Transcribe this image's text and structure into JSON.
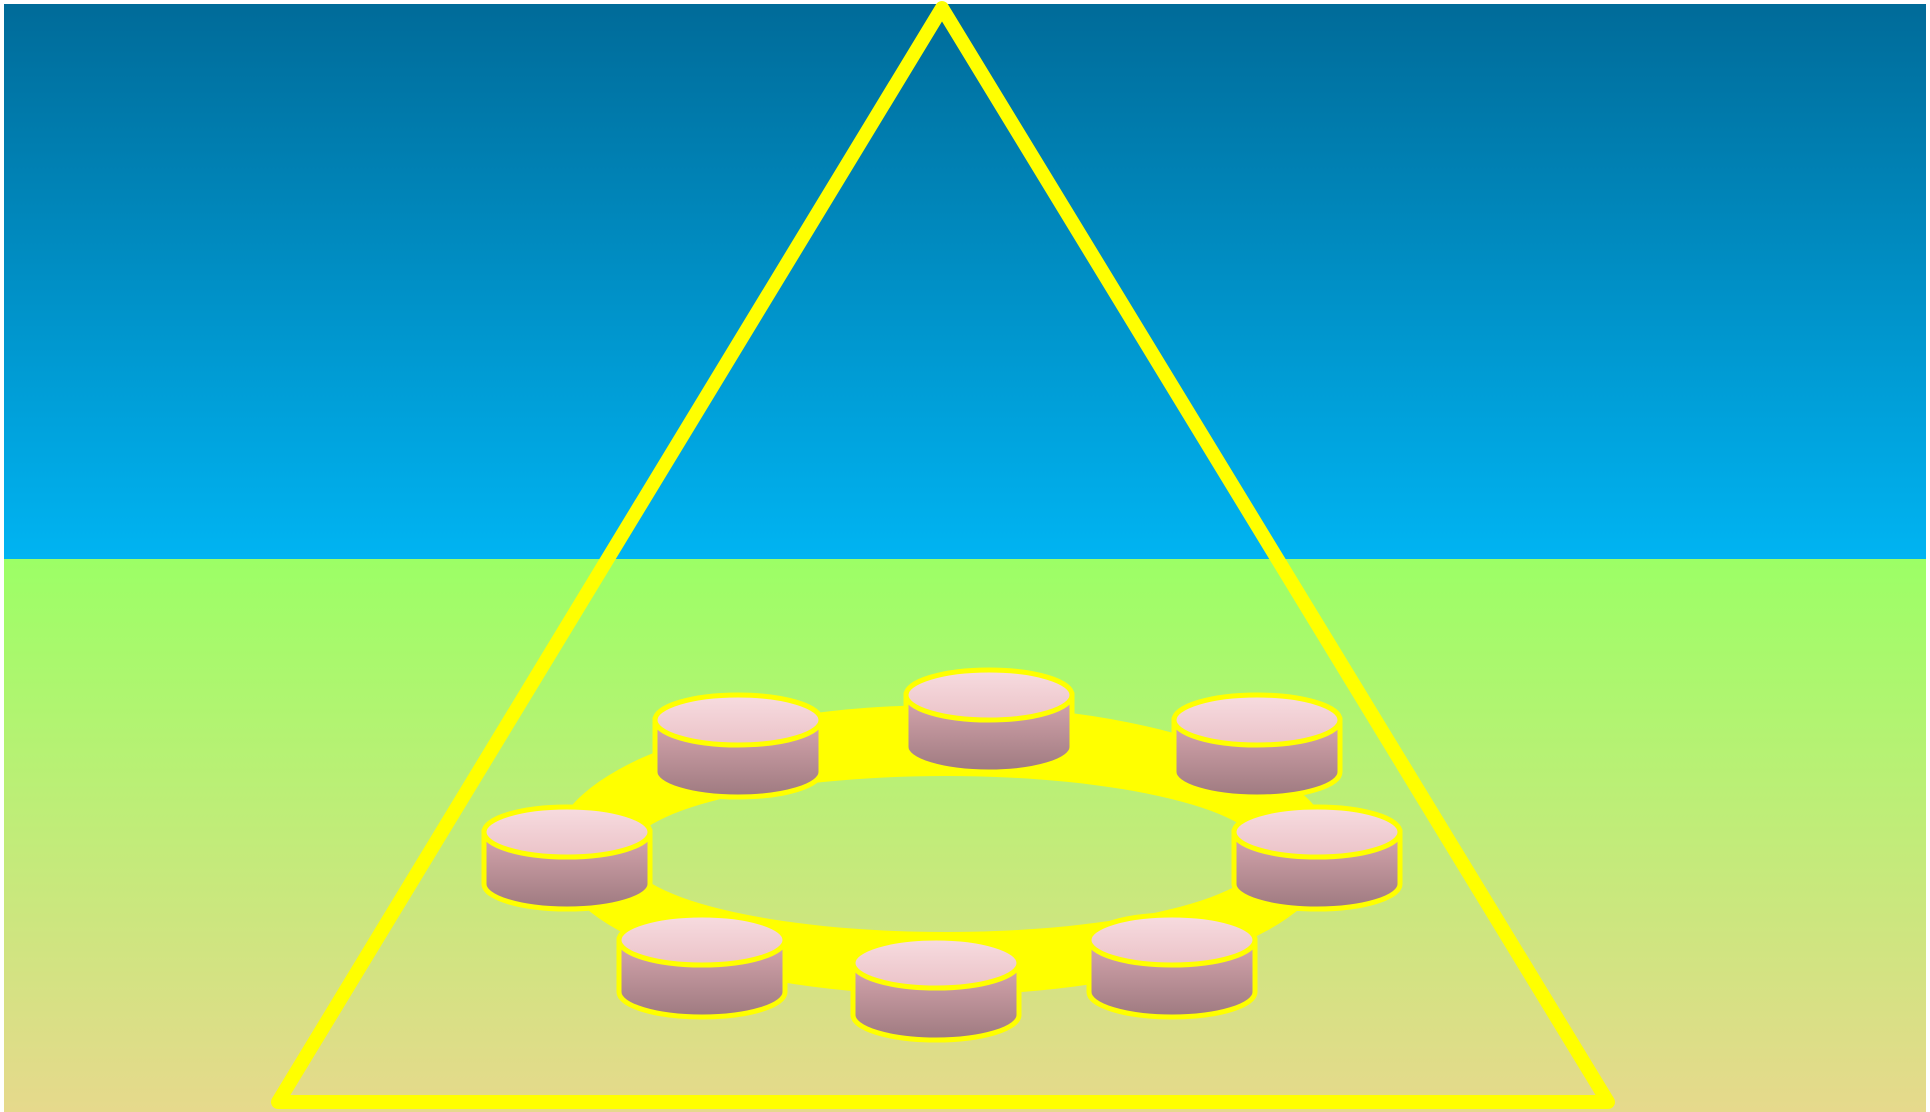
{
  "scene": {
    "colors": {
      "sky_top": "#006B99",
      "sky_bottom": "#00B4F2",
      "ground_top": "#9CFF66",
      "ground_bottom": "#E6D98C",
      "outline": "#FFFF00",
      "ring": "#FFFF00",
      "node_top_light": "#F7DCE0",
      "node_top_dark": "#EBC3C8",
      "node_side_light": "#D8A7AF",
      "node_side_dark": "#9E7A80"
    },
    "shapes": {
      "pyramid": "triangle-outline",
      "ring": "ellipse-ring",
      "nodes": "cylinder"
    },
    "node_count": 8
  }
}
